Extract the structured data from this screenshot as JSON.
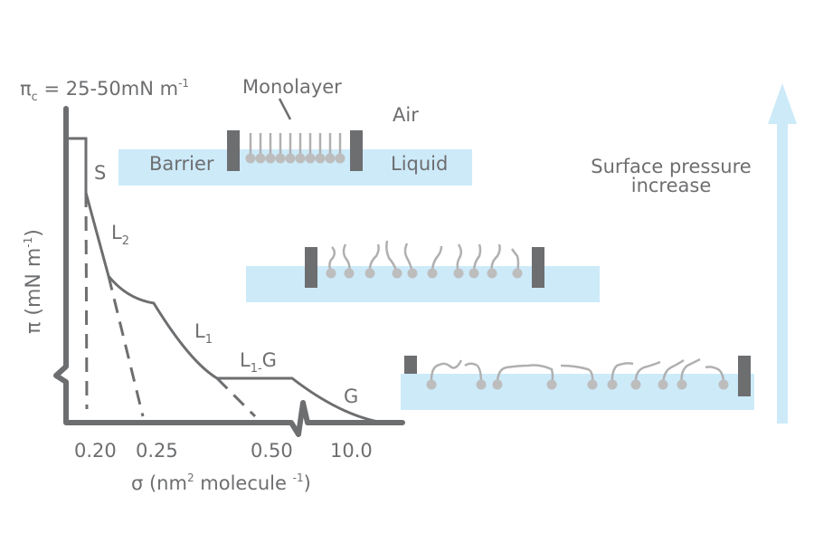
{
  "title_formula": {
    "symbol": "π",
    "subscript": "c",
    "text": " = 25-50mN m",
    "superscript": "-1"
  },
  "y_axis": {
    "label": "π (mN m",
    "superscript": "-1",
    "close": ")"
  },
  "x_axis": {
    "label_prefix": "σ (nm",
    "label_sup1": "2",
    "label_mid": " molecule ",
    "label_sup2": "-1",
    "label_close": ")",
    "ticks": [
      "0.20",
      "0.25",
      "0.50",
      "10.0"
    ]
  },
  "phases": [
    {
      "name": "S",
      "sub": ""
    },
    {
      "name": "L",
      "sub": "2"
    },
    {
      "name": "L",
      "sub": "1"
    },
    {
      "name": "L",
      "sub": "1-",
      "suffix": "G"
    },
    {
      "name": "G",
      "sub": ""
    }
  ],
  "trough_labels": {
    "monolayer": "Monolayer",
    "air": "Air",
    "barrier": "Barrier",
    "liquid": "Liquid"
  },
  "arrow_label": {
    "line1": "Surface pressure",
    "line2": "increase"
  },
  "colors": {
    "line": "#6d6e70",
    "liquid": "#cdeaf9",
    "arrow": "#cdeaf9",
    "head": "#b9b9b9"
  }
}
